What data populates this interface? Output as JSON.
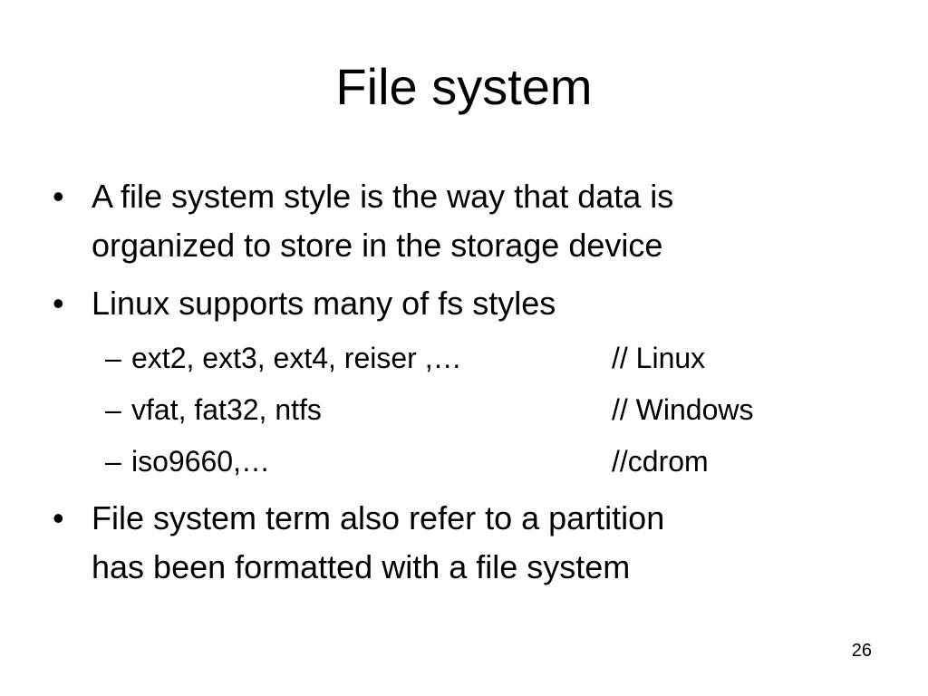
{
  "slide": {
    "title": "File system",
    "bullets": [
      {
        "mark": "•",
        "lines": [
          "A file system style is the way that data is",
          "organized to store in the storage device"
        ]
      },
      {
        "mark": "•",
        "lines": [
          "Linux supports many of fs styles"
        ]
      },
      {
        "mark": "•",
        "lines": [
          "File system term also refer to a partition",
          "has been formatted with a file system"
        ]
      }
    ],
    "subbullets": [
      {
        "mark": "–",
        "text": "ext2, ext3, ext4, reiser ,…",
        "comment": "// Linux"
      },
      {
        "mark": "–",
        "text": "vfat, fat32, ntfs",
        "comment": "// Windows"
      },
      {
        "mark": "–",
        "text": "iso9660,…",
        "comment": "//cdrom"
      }
    ],
    "page_number": "26"
  }
}
